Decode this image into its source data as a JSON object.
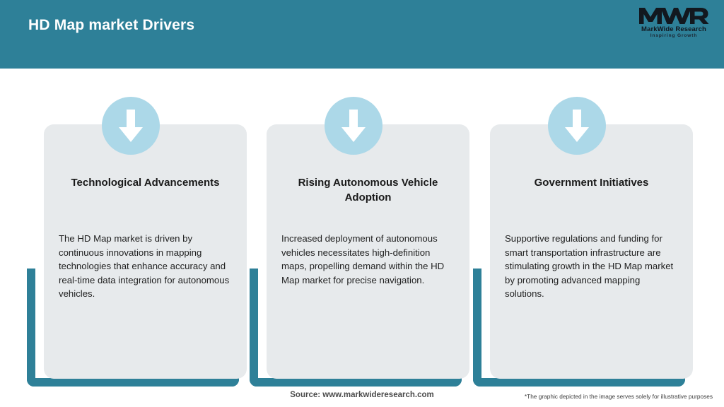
{
  "header": {
    "title": "HD Map market Drivers",
    "bg_color": "#2E8098",
    "logo": {
      "mark": "MWR",
      "name": "MarkWide Research",
      "tagline": "Inspiring Growth"
    }
  },
  "theme": {
    "teal": "#2E8098",
    "card_bg": "#E7EAEC",
    "badge_blue": "#ACD8E8",
    "arrow_white": "#FFFFFF"
  },
  "cards": [
    {
      "icon": "down-arrow-icon",
      "title": "Technological Advancements",
      "body": "The HD Map market is driven by continuous innovations in mapping technologies that enhance accuracy and real-time data integration for autonomous vehicles."
    },
    {
      "icon": "down-arrow-icon",
      "title": "Rising Autonomous Vehicle Adoption",
      "body": "Increased deployment of autonomous vehicles necessitates high-definition maps, propelling demand within the HD Map market for precise navigation."
    },
    {
      "icon": "down-arrow-icon",
      "title": "Government Initiatives",
      "body": "Supportive regulations and funding for smart transportation infrastructure are stimulating growth in the HD Map market by promoting advanced mapping solutions."
    }
  ],
  "footer": {
    "source": "Source: www.markwideresearch.com",
    "disclaimer": "*The graphic depicted in the image serves solely for illustrative purposes"
  }
}
